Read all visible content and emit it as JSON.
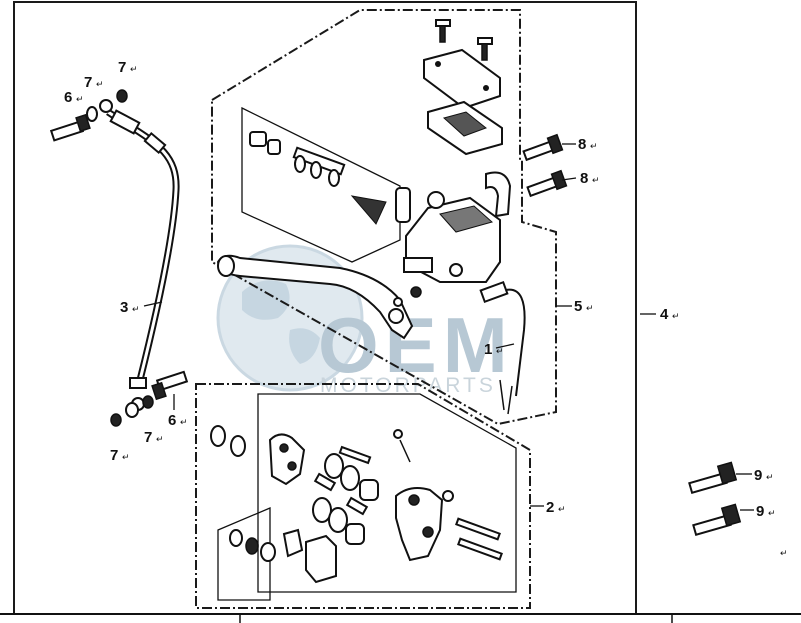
{
  "callouts": [
    {
      "key": "1",
      "text": "1"
    },
    {
      "key": "2",
      "text": "2"
    },
    {
      "key": "3",
      "text": "3"
    },
    {
      "key": "4",
      "text": "4"
    },
    {
      "key": "5",
      "text": "5"
    },
    {
      "key": "6a",
      "text": "6"
    },
    {
      "key": "6b",
      "text": "6"
    },
    {
      "key": "7a",
      "text": "7"
    },
    {
      "key": "7b",
      "text": "7"
    },
    {
      "key": "7c",
      "text": "7"
    },
    {
      "key": "7d",
      "text": "7"
    },
    {
      "key": "8a",
      "text": "8"
    },
    {
      "key": "8b",
      "text": "8"
    },
    {
      "key": "9a",
      "text": "9"
    },
    {
      "key": "9b",
      "text": "9"
    }
  ],
  "watermark": {
    "brand": "OEM",
    "sub": "MOTORPARTS"
  },
  "colors": {
    "line": "#111111",
    "watermark": "#9fb6c6",
    "globe": "#c9d8e4"
  }
}
